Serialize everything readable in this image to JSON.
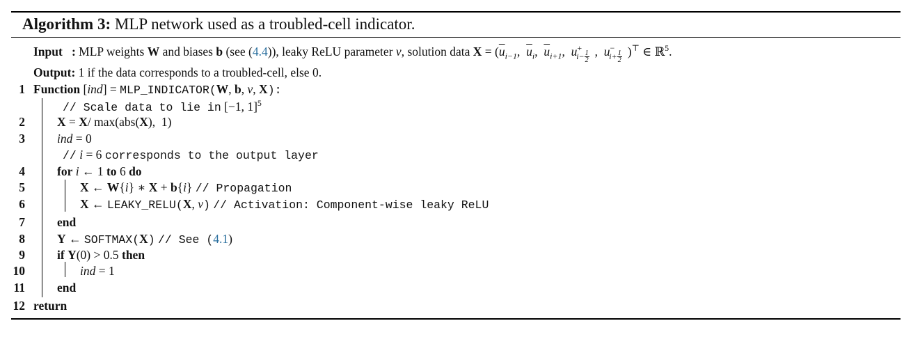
{
  "algorithm": {
    "label": "Algorithm 3:",
    "title": "MLP network used as a troubled-cell indicator."
  },
  "input": {
    "label": "Input",
    "colon": ":",
    "text_before_cite": "MLP weights",
    "w": "W",
    "and_biases": "and biases",
    "b": "b",
    "see_open": "(see (",
    "cite": "4.4",
    "see_close": ")), leaky ReLU parameter",
    "nu": "ν",
    "solution_data": ", solution data",
    "X": "X",
    "eq": "=",
    "vector": "(ū",
    "transpose_in": "∈ ℝ",
    "dim": "5"
  },
  "output": {
    "label": "Output",
    "colon": ":",
    "text": "1 if the data corresponds to a troubled-cell, else 0."
  },
  "lines": [
    {
      "num": "1",
      "text": "Function [ind] = MLP_INDICATOR(W, b, ν, X):"
    },
    {
      "num": "",
      "text": "// Scale data to lie in [−1, 1]⁵"
    },
    {
      "num": "2",
      "text": "X = X/ max(abs(X), 1)"
    },
    {
      "num": "3",
      "text": "ind = 0"
    },
    {
      "num": "",
      "text": "// i = 6 corresponds to the output layer"
    },
    {
      "num": "4",
      "text": "for i ← 1 to 6 do"
    },
    {
      "num": "5",
      "text": "X ← W{i} ∗ X + b{i} // Propagation"
    },
    {
      "num": "6",
      "text": "X ← LEAKY_RELU(X, ν) // Activation: Component-wise leaky ReLU"
    },
    {
      "num": "7",
      "text": "end"
    },
    {
      "num": "8",
      "text": "Y ← SOFTMAX(X) // See (4.1)"
    },
    {
      "num": "9",
      "text": "if Y(0) > 0.5 then"
    },
    {
      "num": "10",
      "text": "ind = 1"
    },
    {
      "num": "11",
      "text": "end"
    },
    {
      "num": "12",
      "text": "return"
    }
  ],
  "tokens": {
    "function_kw": "Function",
    "fn_name": "MLP_INDICATOR",
    "ind": "ind",
    "comment_scale": "// Scale data to lie in",
    "interval": "[−1, 1]",
    "five": "5",
    "max_expr": "max(abs(",
    "one": "1)",
    "zero": "0",
    "comment_i": "corresponds to the output layer",
    "for_kw": "for",
    "to_kw": "to",
    "do_kw": "do",
    "six": "6",
    "prop_comment": "// Propagation",
    "leaky": "LEAKY_RELU",
    "act_comment": "// Activation: Component-wise leaky ReLU",
    "end_kw": "end",
    "softmax": "SOFTMAX",
    "see_comment": "// See (",
    "cite_41": "4.1",
    "if_kw": "if",
    "then_kw": "then",
    "threshold": "> 0.5",
    "return_kw": "return"
  }
}
